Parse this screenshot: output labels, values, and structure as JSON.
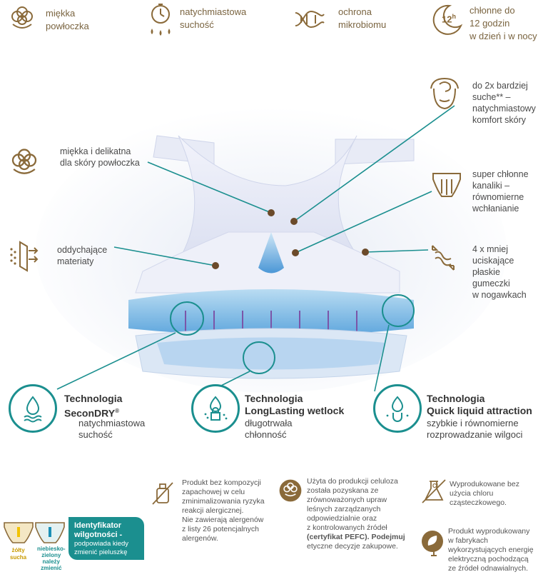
{
  "top_features": [
    {
      "icon": "cotton-icon",
      "text": "miękka\npowłoczka"
    },
    {
      "icon": "stopwatch-icon",
      "text": "natychmiastowa\nsuchość"
    },
    {
      "icon": "dna-icon",
      "text": "ochrona\nmikrobiomu"
    },
    {
      "icon": "moon-12h-icon",
      "badge": "12",
      "badge_unit": "h",
      "text": "chłonne do\n12 godzin\nw dzień i w nocy"
    }
  ],
  "callouts": {
    "soft": "miękka i delikatna\ndla skóry powłoczka",
    "breath": "oddychające\nmateriaty",
    "dry": "do 2x bardziej\nsuche** –\nnatychmiastowy\nkomfort skóry",
    "channels": "super chłonne\nkanaliki –\nrównomierne\nwchłanianie",
    "elastic": "4 x mniej\nuciskające\npłaskie\ngumeczki\nw nogawkach"
  },
  "tech": [
    {
      "title": "Technologia\nSeconDRY",
      "mark": "®",
      "sub": "natychmiastowa\nsuchość"
    },
    {
      "title": "Technologia\nLongLasting wetlock",
      "sub": "długotrwała\nchłonność"
    },
    {
      "title": "Technologia\nQuick liquid attraction",
      "sub": "szybkie i równomierne\nrozprowadzanie wilgoci"
    }
  ],
  "wetness": {
    "title": "Identyfikator\nwilgotności -",
    "sub": "podpowiada kiedy\nzmienić pieluszkę",
    "yellow": "żółty\nsucha",
    "green": "niebiesko-\nzielony\nnależy\nzmienić"
  },
  "footer": {
    "fragrance": "Produkt bez kompozycji\nzapachowej w celu\nzminimalizowania ryzyka\nreakcji alergicznej.\nNie zawierają alergenów\nz listy 26 potencjalnych\nalergenów.",
    "pulp_a": "Użyta do produkcji celuloza\nzostała pozyskana ze\nzrównoważonych upraw\nleśnych zarządzanych\nodpowiedzialnie oraz\nz kontrolowanych źródeł\n",
    "pulp_b": "(certyfikat PEFC). Podejmuj",
    "pulp_c": "\netyczne decyzje zakupowe.",
    "chlorine": "Wyprodukowane bez\nużycia chloru\ncząsteczkowego.",
    "energy": "Produkt wyprodukowany\nw fabrykach\nwykorzystujących energię\nelektryczną pochodzącą\nze źródeł odnawialnych.",
    "chlorine_badge": "Cl"
  },
  "colors": {
    "teal": "#1b8f8f",
    "brown": "#8a6a3a",
    "dark_dot": "#6b4a2a",
    "wet_box": "#1b8f8f"
  }
}
